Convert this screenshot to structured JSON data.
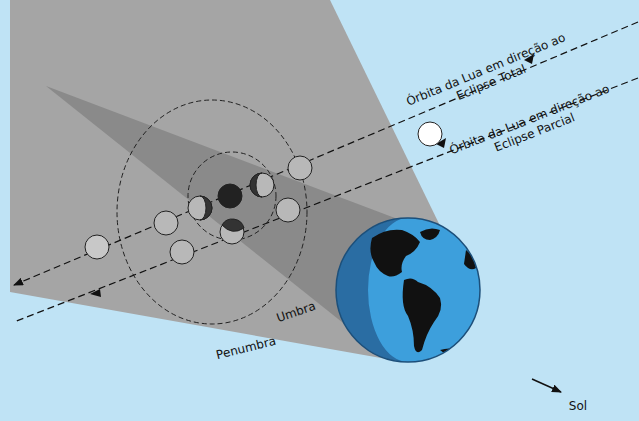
{
  "diagram": {
    "labels": [
      "Órbita da Lua em direção ao Eclipse Total",
      "Órbita da Lua em direção ao Eclipse Parcial",
      "Umbra",
      "Penumbra",
      "Sol"
    ]
  }
}
